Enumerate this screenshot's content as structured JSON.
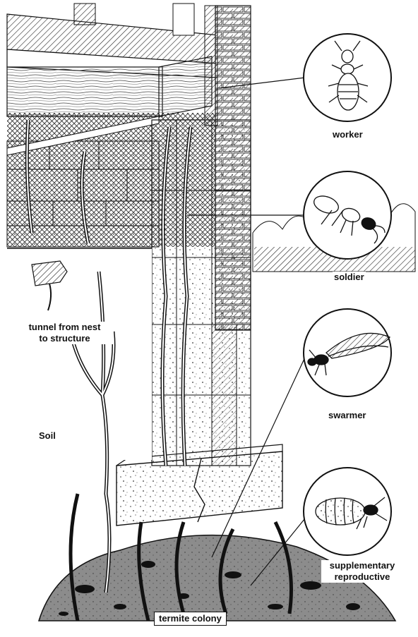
{
  "labels": {
    "worker": "worker",
    "soldier": "soldier",
    "swarmer": "swarmer",
    "supplementary_line1": "supplementary",
    "supplementary_line2": "reproductive",
    "tunnel_line1": "tunnel from nest",
    "tunnel_line2": "to structure",
    "soil": "Soil",
    "colony": "termite colony"
  }
}
